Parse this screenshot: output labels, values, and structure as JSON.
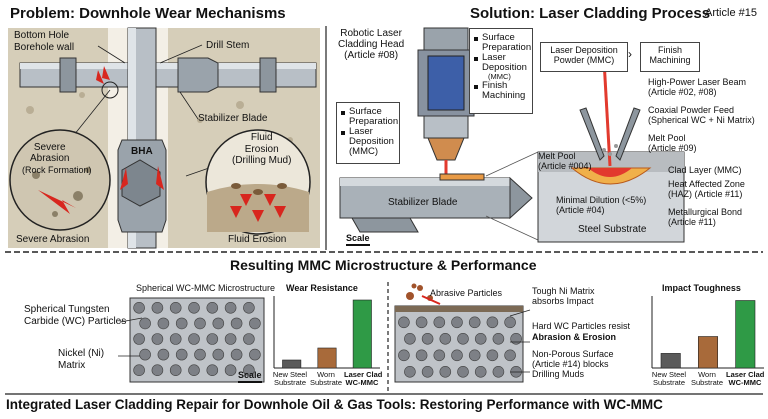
{
  "article_tag": "Article #15",
  "problem": {
    "title": "Problem: Downhole Wear Mechanisms",
    "borehole_label": "Bottom Hole\nBorehole wall",
    "drill_stem": "Drill Stem",
    "stabilizer_blade": "Stabilizer Blade",
    "bha": "BHA",
    "abrasion_inset": {
      "title": "Severe\nAbrasion",
      "sub": "(Rock Formation)"
    },
    "abrasion_caption": "Severe Abrasion",
    "erosion_inset": {
      "title": "Fluid\nErosion\n(Drilling Mud)"
    },
    "erosion_caption": "Fluid Erosion"
  },
  "solution": {
    "title": "Solution: Laser Cladding Process",
    "head_label": "Robotic Laser\nCladding Head\n(Article #08)",
    "steps_box_1": [
      "Surface\nPreparation",
      "Laser\nDeposition",
      "(MMC)",
      "Finish\nMachining"
    ],
    "steps_box_2": [
      "Surface\nPreparation",
      "Laser\nDeposition\n(MMC)"
    ],
    "flow": [
      "Laser Deposition\nPowder (MMC)",
      "Finish\nMachining"
    ],
    "stabilizer_blade": "Stabilizer Blade",
    "scale": "Scale",
    "melt_pool_left": "Melt Pool\n(Article #004)",
    "callouts": [
      "High-Power Laser Beam\n(Article #02, #08)",
      "Coaxial Powder Feed\n(Spherical WC + Ni Matrix)",
      "Melt Pool\n(Article #09)",
      "Clad Layer (MMC)",
      "Heat Affected Zone\n(HAZ) (Article #11)",
      "Metallurgical Bond\n(Article #11)"
    ],
    "dilution": "Minimal Dilution (<5%)\n(Article #04)",
    "substrate": "Steel Substrate"
  },
  "results": {
    "title": "Resulting MMC Microstructure & Performance",
    "micro_title": "Spherical WC-MMC Microstructure",
    "wc_label": "Spherical Tungsten\nCarbide (WC) Particles",
    "ni_label": "Nickel (Ni)\nMatrix",
    "scale": "Scale",
    "abrasive": "Abrasive Particles",
    "tough_ni": "Tough Ni Matrix\nabsorbs Impact",
    "hard_wc": "Hard WC Particles resist",
    "hard_wc_b": "Abrasion & Erosion",
    "nonporous": "Non-Porous Surface\n(Article #14) blocks\nDrilling Muds"
  },
  "chart_data": [
    {
      "type": "bar",
      "title": "Wear Resistance",
      "categories": [
        "New Steel\nSubstrate",
        "Worn\nSubstrate",
        "Laser Clad\nWC-MMC"
      ],
      "values": [
        8,
        20,
        68
      ],
      "ylim": [
        0,
        72
      ],
      "colors": [
        "#5a5a5a",
        "#a86a3a",
        "#2f9a46"
      ],
      "grid": false
    },
    {
      "type": "bar",
      "title": "Impact Toughness",
      "categories": [
        "New Steel\nSubstrate",
        "Worn\nSubstrate",
        "Laser Clad\nWC-MMC"
      ],
      "values": [
        13,
        28,
        60
      ],
      "ylim": [
        0,
        64
      ],
      "colors": [
        "#5a5a5a",
        "#a86a3a",
        "#2f9a46"
      ],
      "grid": false
    }
  ],
  "footer": "Integrated Laser Cladding Repair for Downhole Oil & Gas Tools: Restoring Performance with WC-MMC"
}
